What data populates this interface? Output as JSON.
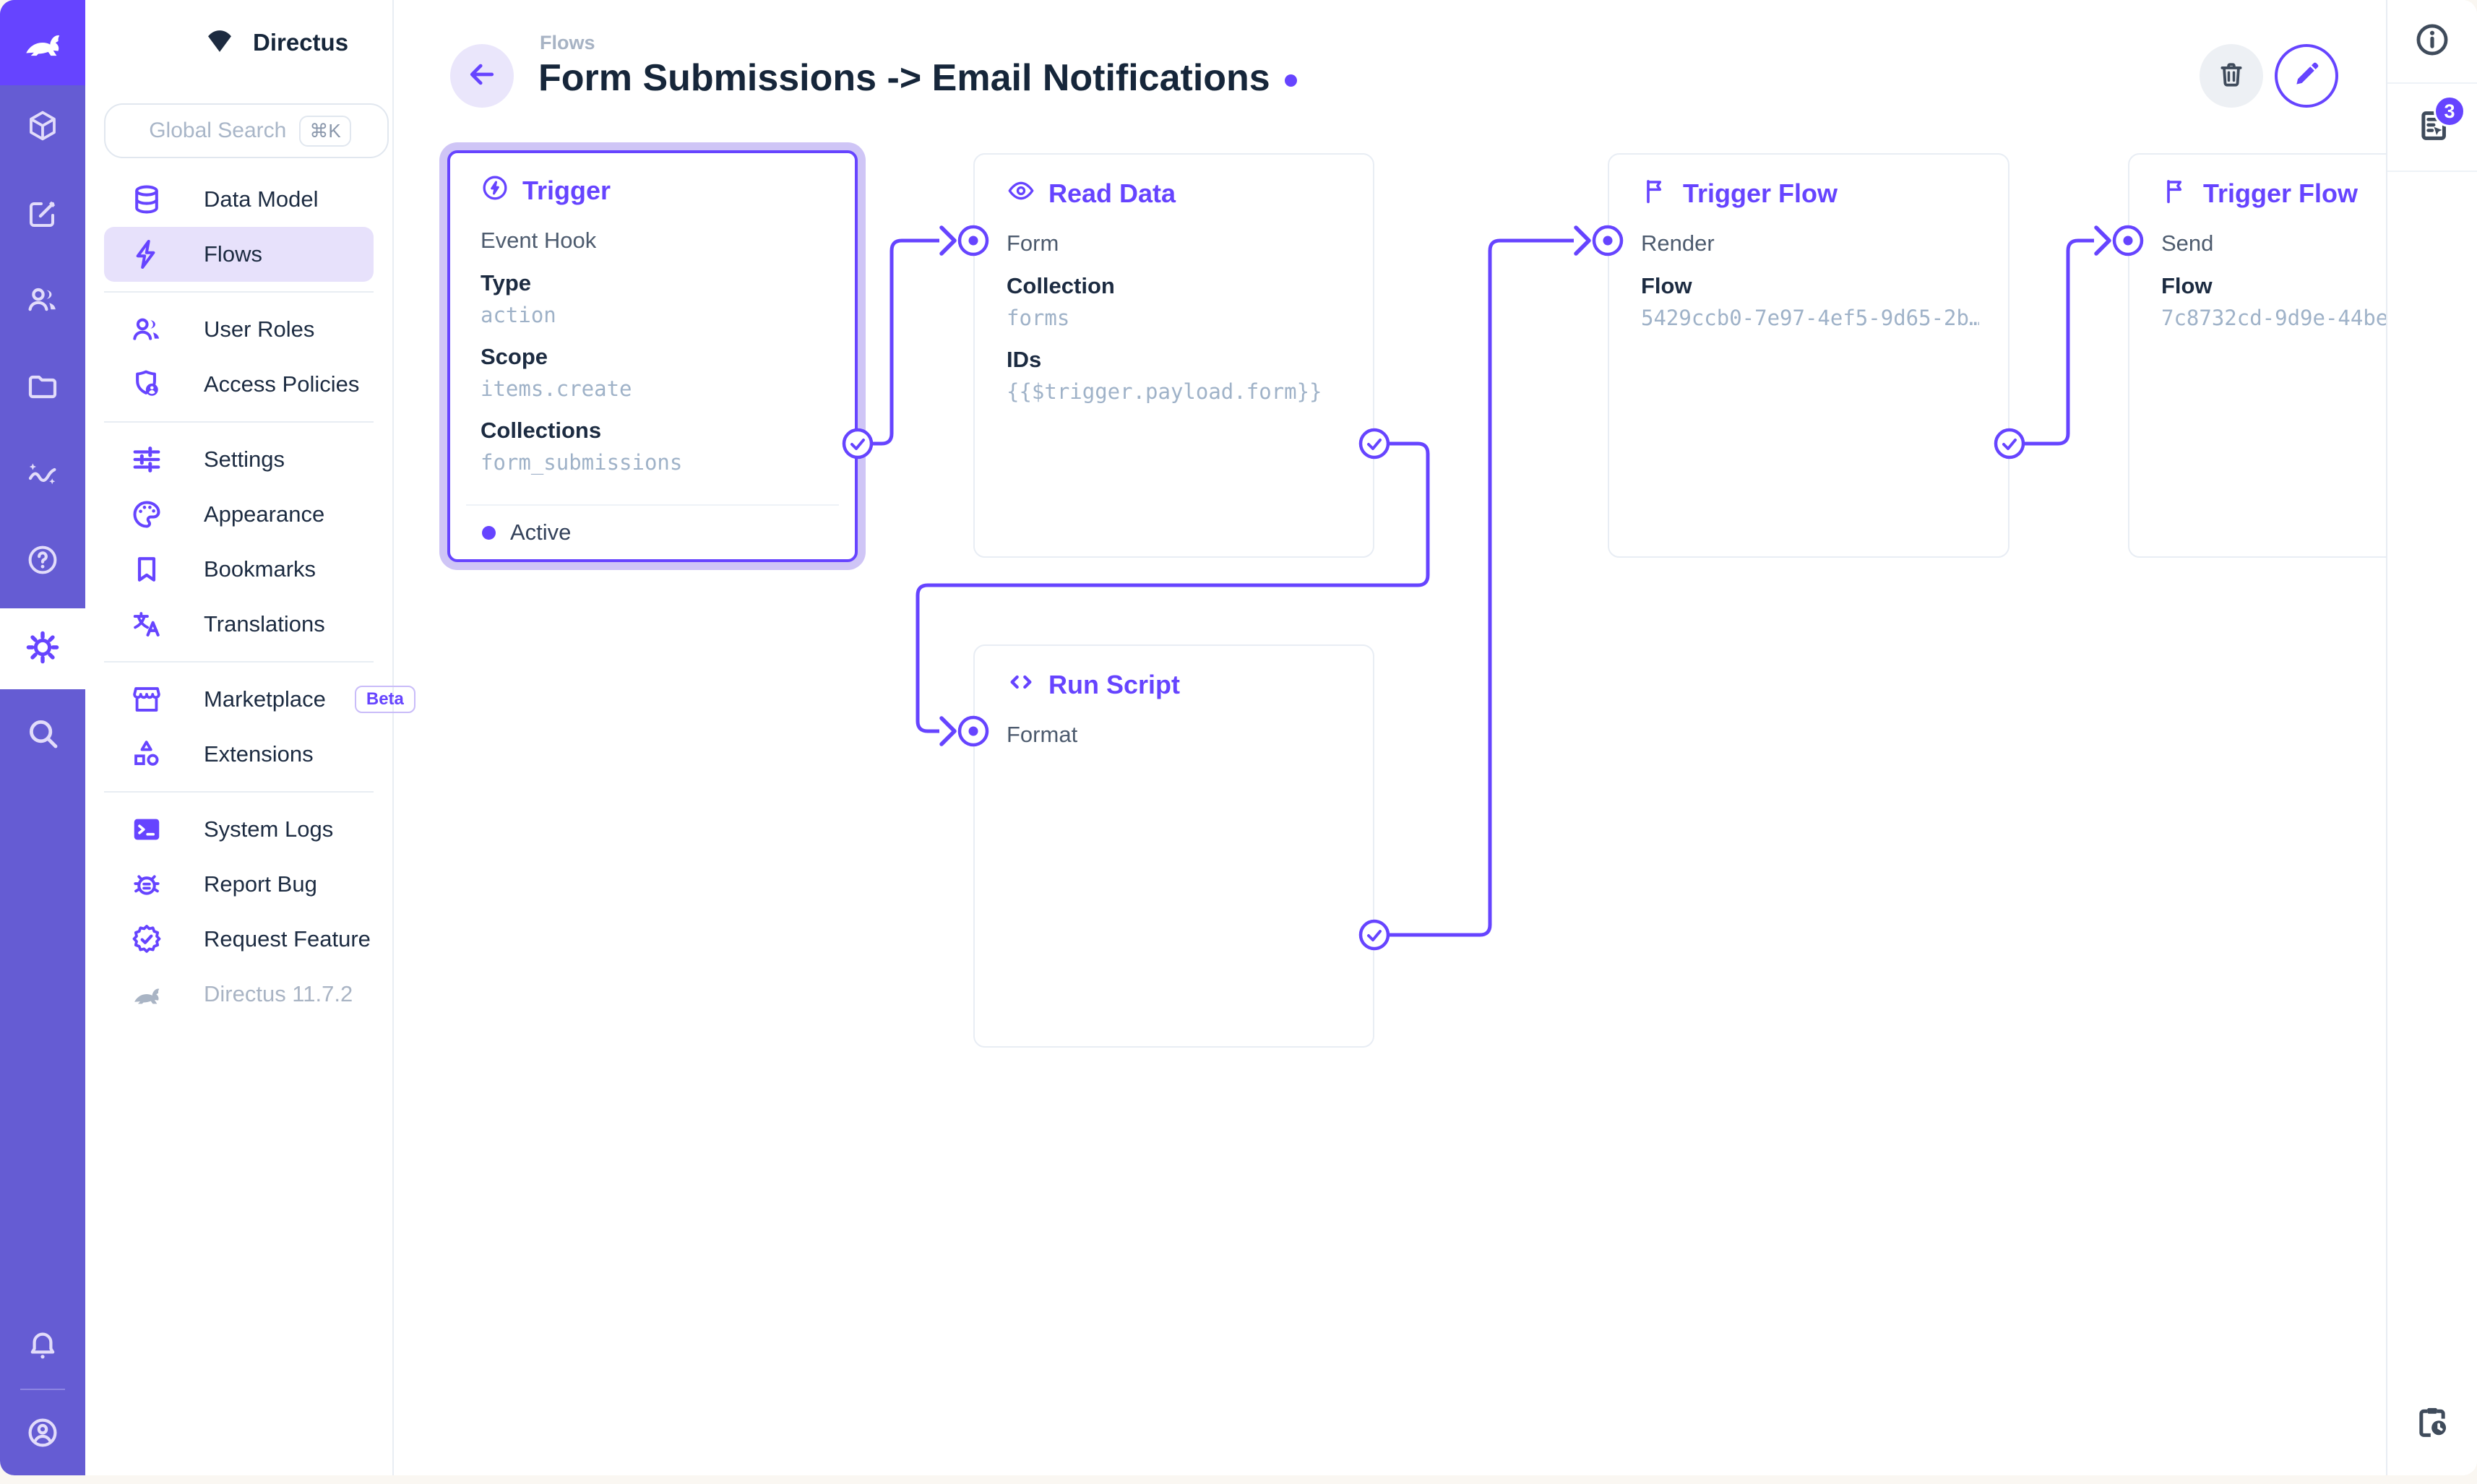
{
  "colors": {
    "accent": "#6644FF",
    "rail_background": "#655CD3",
    "logo_tile": "#6644FF",
    "active_nav_pill": "#E7E1FB",
    "selection_halo": "#CFC5F6",
    "node_border": "#E8EDF4",
    "mono_value_text": "#9FB2C8",
    "ink": "#16263A",
    "muted_text": "#A7B3C4"
  },
  "project": {
    "name": "Directus"
  },
  "search": {
    "placeholder": "Global Search",
    "shortcut": "⌘K"
  },
  "nav": {
    "items": [
      {
        "label": "Data Model"
      },
      {
        "label": "Flows",
        "active": true
      },
      {
        "label": "User Roles"
      },
      {
        "label": "Access Policies"
      },
      {
        "label": "Settings"
      },
      {
        "label": "Appearance"
      },
      {
        "label": "Bookmarks"
      },
      {
        "label": "Translations"
      },
      {
        "label": "Marketplace",
        "badge": "Beta"
      },
      {
        "label": "Extensions"
      },
      {
        "label": "System Logs"
      },
      {
        "label": "Report Bug"
      },
      {
        "label": "Request Feature"
      }
    ],
    "version": "Directus 11.7.2"
  },
  "header": {
    "breadcrumb": "Flows",
    "title": "Form Submissions -> Email Notifications"
  },
  "toolbar": {
    "icons": [
      "trash-icon",
      "pencil-icon"
    ]
  },
  "right_panel": {
    "icons": [
      "info-icon",
      "logs-icon",
      "clipboard-clock-icon"
    ],
    "notifications_count": "3"
  },
  "module_rail_icons": [
    "content-icon",
    "editor-icon",
    "users-icon",
    "files-icon",
    "insights-icon",
    "help-icon",
    "settings-gear-icon",
    "search-icon",
    "notifications-bell-icon",
    "user-avatar-icon"
  ],
  "flow": {
    "nodes": [
      {
        "key": "trigger",
        "title": "Trigger",
        "icon": "bolt-circle-icon",
        "subtitle": "Event Hook",
        "fields": [
          {
            "label": "Type",
            "value": "action"
          },
          {
            "label": "Scope",
            "value": "items.create"
          },
          {
            "label": "Collections",
            "value": "form_submissions"
          }
        ],
        "status": "Active",
        "selected": true
      },
      {
        "key": "read-data",
        "title": "Read Data",
        "icon": "eye-icon",
        "input": "Form",
        "fields": [
          {
            "label": "Collection",
            "value": "forms"
          },
          {
            "label": "IDs",
            "value": "{{$trigger.payload.form}}"
          }
        ]
      },
      {
        "key": "trigger-flow-render",
        "title": "Trigger Flow",
        "icon": "flag-icon",
        "input": "Render",
        "fields": [
          {
            "label": "Flow",
            "value": "5429ccb0-7e97-4ef5-9d65-2b…"
          }
        ]
      },
      {
        "key": "trigger-flow-send",
        "title": "Trigger Flow",
        "icon": "flag-icon",
        "input": "Send",
        "fields": [
          {
            "label": "Flow",
            "value": "7c8732cd-9d9e-44be"
          }
        ]
      },
      {
        "key": "run-script",
        "title": "Run Script",
        "icon": "code-icon",
        "input": "Format",
        "fields": []
      }
    ]
  }
}
